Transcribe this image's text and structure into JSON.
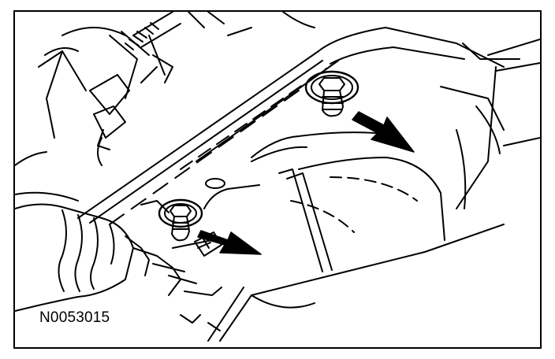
{
  "figure": {
    "id_label": "N0053015"
  },
  "colors": {
    "line": "#000000",
    "background": "#ffffff"
  },
  "callouts": [
    {
      "name": "upper-fastener-arrow",
      "target": "upper-fastener"
    },
    {
      "name": "lower-fastener-arrow",
      "target": "lower-fastener"
    }
  ]
}
